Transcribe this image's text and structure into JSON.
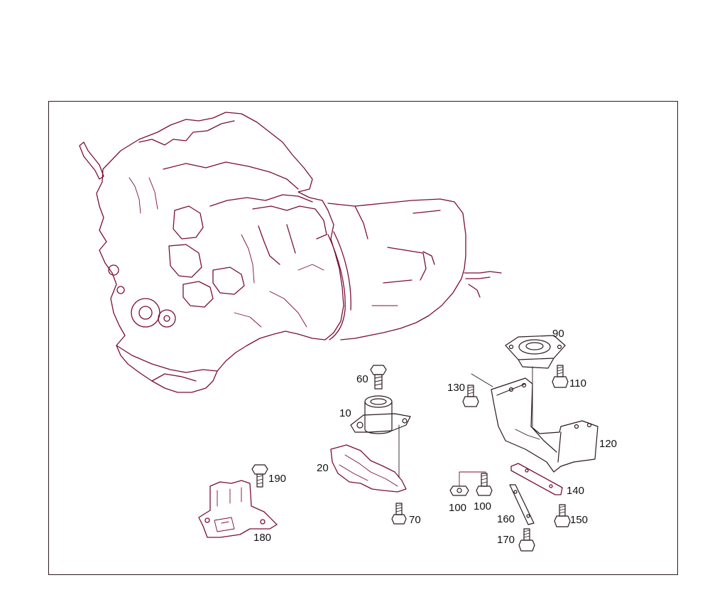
{
  "diagram": {
    "line_color": "#7a0f33",
    "labels": {
      "p10": "10",
      "p20": "20",
      "p60": "60",
      "p70": "70",
      "p90": "90",
      "p100a": "100",
      "p100b": "100",
      "p110": "110",
      "p120": "120",
      "p130": "130",
      "p140": "140",
      "p150": "150",
      "p160": "160",
      "p170": "170",
      "p180": "180",
      "p190": "190"
    }
  }
}
